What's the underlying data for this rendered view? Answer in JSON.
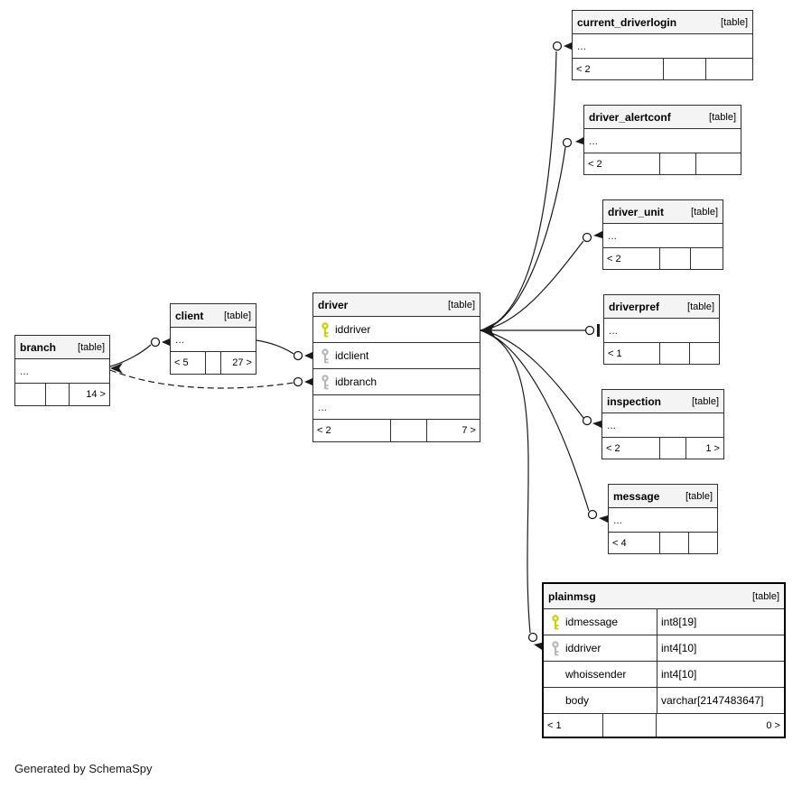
{
  "diagram": {
    "footer_note": "Generated by SchemaSpy",
    "tag_label": "[table]"
  },
  "colors": {
    "pk_key": "#cfcf00",
    "fk_key": "#b8b8b8",
    "border": "#2f2f2f",
    "header_bg": "#f4f4f4",
    "edge": "#1a1a1a"
  },
  "tables": [
    {
      "id": "branch",
      "title": "branch",
      "tag": "[table]",
      "ellipsis": "...",
      "columns": [],
      "footer": [
        "",
        "",
        "14 >"
      ]
    },
    {
      "id": "client",
      "title": "client",
      "tag": "[table]",
      "ellipsis": "...",
      "columns": [],
      "footer": [
        "< 5",
        "",
        "27 >"
      ]
    },
    {
      "id": "driver",
      "title": "driver",
      "tag": "[table]",
      "ellipsis": "...",
      "columns": [
        {
          "name": "iddriver",
          "key": "pk"
        },
        {
          "name": "idclient",
          "key": "fk"
        },
        {
          "name": "idbranch",
          "key": "fk"
        }
      ],
      "footer": [
        "< 2",
        "",
        "7 >"
      ]
    },
    {
      "id": "current_driverlogin",
      "title": "current_driverlogin",
      "tag": "[table]",
      "ellipsis": "...",
      "columns": [],
      "footer": [
        "< 2",
        "",
        ""
      ]
    },
    {
      "id": "driver_alertconf",
      "title": "driver_alertconf",
      "tag": "[table]",
      "ellipsis": "...",
      "columns": [],
      "footer": [
        "< 2",
        "",
        ""
      ]
    },
    {
      "id": "driver_unit",
      "title": "driver_unit",
      "tag": "[table]",
      "ellipsis": "...",
      "columns": [],
      "footer": [
        "< 2",
        "",
        ""
      ]
    },
    {
      "id": "driverpref",
      "title": "driverpref",
      "tag": "[table]",
      "ellipsis": "...",
      "columns": [],
      "footer": [
        "< 1",
        "",
        ""
      ]
    },
    {
      "id": "inspection",
      "title": "inspection",
      "tag": "[table]",
      "ellipsis": "...",
      "columns": [],
      "footer": [
        "< 2",
        "",
        "1 >"
      ]
    },
    {
      "id": "message",
      "title": "message",
      "tag": "[table]",
      "ellipsis": "...",
      "columns": [],
      "footer": [
        "< 4",
        "",
        ""
      ]
    },
    {
      "id": "plainmsg",
      "title": "plainmsg",
      "tag": "[table]",
      "emphasized": true,
      "columns": [
        {
          "name": "idmessage",
          "type": "int8[19]",
          "key": "pk"
        },
        {
          "name": "iddriver",
          "type": "int4[10]",
          "key": "fk"
        },
        {
          "name": "whoissender",
          "type": "int4[10]"
        },
        {
          "name": "body",
          "type": "varchar[2147483647]"
        }
      ],
      "footer": [
        "< 1",
        "",
        "0 >"
      ]
    }
  ],
  "relationships": [
    {
      "from": "branch",
      "to": "client",
      "style": "solid",
      "end": "arrow-odot"
    },
    {
      "from": "client",
      "to": "driver.idclient",
      "style": "solid",
      "end": "arrow-odot"
    },
    {
      "from": "branch",
      "to": "driver.idbranch",
      "style": "dashed",
      "end": "arrow-odot"
    },
    {
      "from": "driver.iddriver",
      "to": "current_driverlogin",
      "style": "solid",
      "end": "arrow-odot"
    },
    {
      "from": "driver.iddriver",
      "to": "driver_alertconf",
      "style": "solid",
      "end": "arrow-odot"
    },
    {
      "from": "driver.iddriver",
      "to": "driver_unit",
      "style": "solid",
      "end": "arrow-odot"
    },
    {
      "from": "driver.iddriver",
      "to": "driverpref",
      "style": "solid",
      "end": "tee-odot"
    },
    {
      "from": "driver.iddriver",
      "to": "inspection",
      "style": "solid",
      "end": "arrow-odot"
    },
    {
      "from": "driver.iddriver",
      "to": "message",
      "style": "solid",
      "end": "arrow-odot"
    },
    {
      "from": "driver.iddriver",
      "to": "plainmsg.iddriver",
      "style": "solid",
      "end": "arrow-odot"
    }
  ]
}
